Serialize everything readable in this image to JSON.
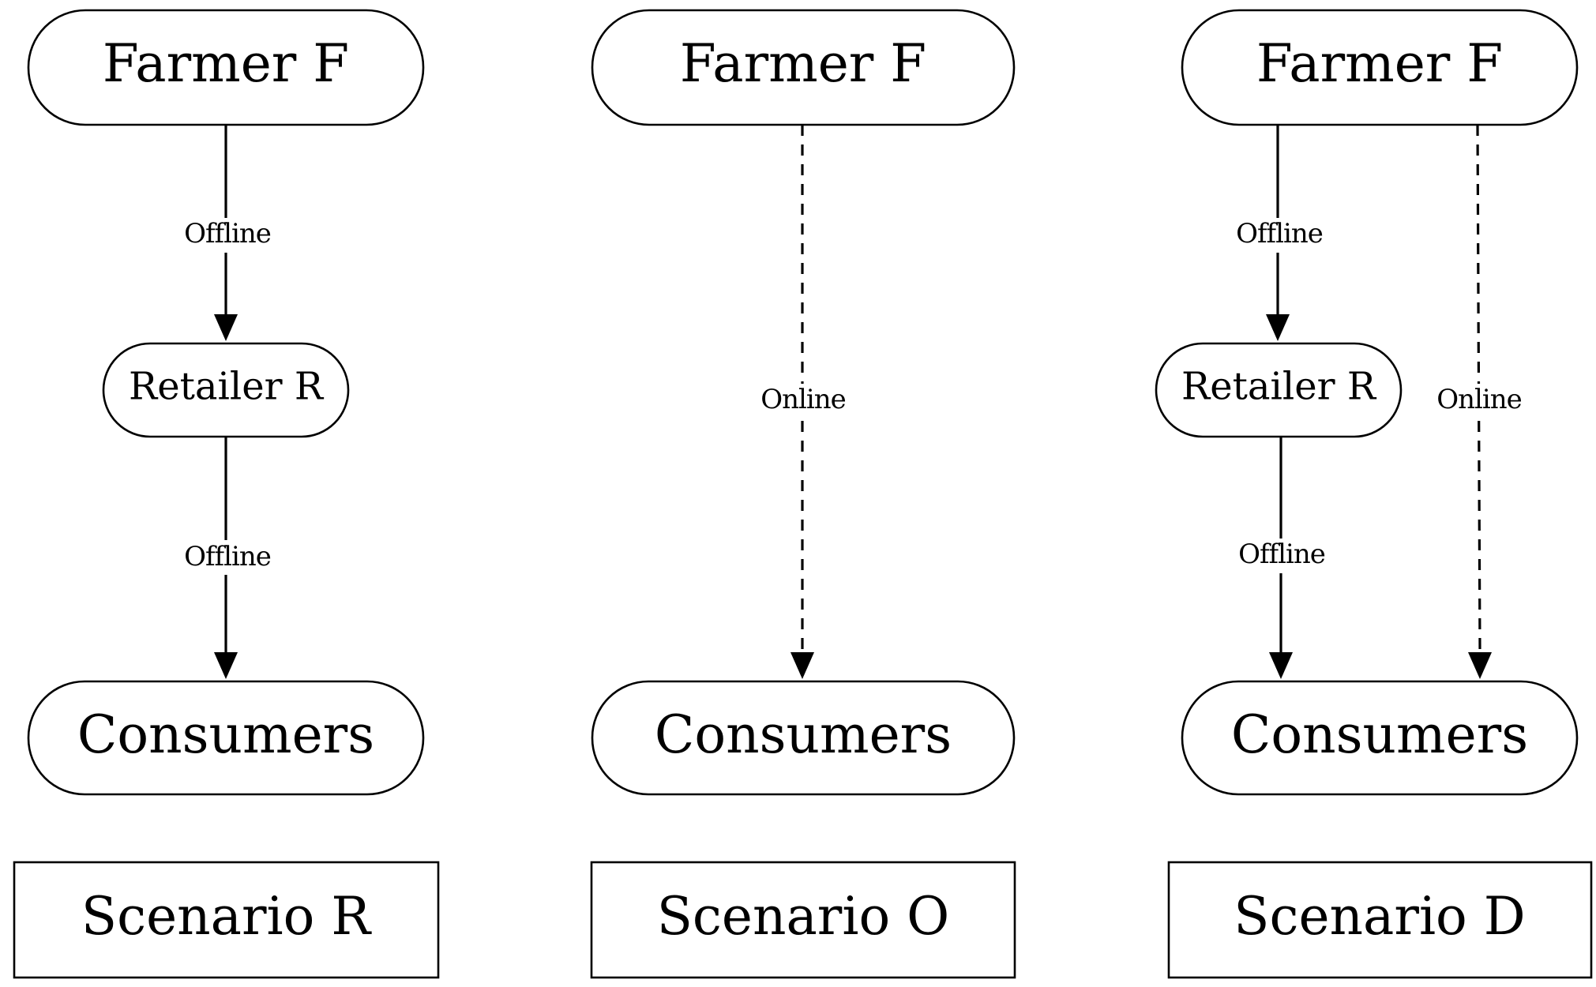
{
  "scenarios": [
    {
      "caption": "Scenario R",
      "farmer": "Farmer F",
      "retailer": "Retailer R",
      "consumers": "Consumers",
      "edges": [
        {
          "label": "Offline",
          "style": "solid"
        },
        {
          "label": "Offline",
          "style": "solid"
        }
      ]
    },
    {
      "caption": "Scenario O",
      "farmer": "Farmer F",
      "consumers": "Consumers",
      "edges": [
        {
          "label": "Online",
          "style": "dashed"
        }
      ]
    },
    {
      "caption": "Scenario D",
      "farmer": "Farmer F",
      "retailer": "Retailer R",
      "consumers": "Consumers",
      "edges": [
        {
          "label": "Offline",
          "style": "solid"
        },
        {
          "label": "Offline",
          "style": "solid"
        },
        {
          "label": "Online",
          "style": "dashed"
        }
      ]
    }
  ],
  "colors": {
    "stroke": "#000000",
    "background": "#ffffff"
  }
}
